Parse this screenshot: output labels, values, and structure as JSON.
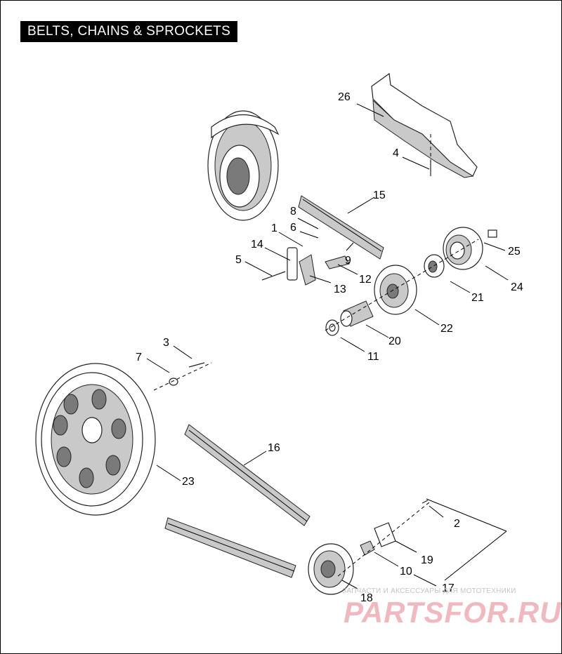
{
  "page": {
    "title": "BELTS, CHAINS & SPROCKETS"
  },
  "callouts": {
    "c1": "1",
    "c2": "2",
    "c3": "3",
    "c4": "4",
    "c5": "5",
    "c6": "6",
    "c7": "7",
    "c8": "8",
    "c9": "9",
    "c10": "10",
    "c11": "11",
    "c12": "12",
    "c13": "13",
    "c14": "14",
    "c15": "15",
    "c16": "16",
    "c17": "17",
    "c18": "18",
    "c19": "19",
    "c20": "20",
    "c21": "21",
    "c22": "22",
    "c23": "23",
    "c24": "24",
    "c25": "25",
    "c26": "26"
  },
  "watermark": {
    "tagline": "ЗАПЧАСТИ И АКСЕССУАРЫ ДЛЯ МОТОТЕХНИКИ",
    "logo": "PARTSFOR.RU",
    "color": "#f0b9c0"
  }
}
